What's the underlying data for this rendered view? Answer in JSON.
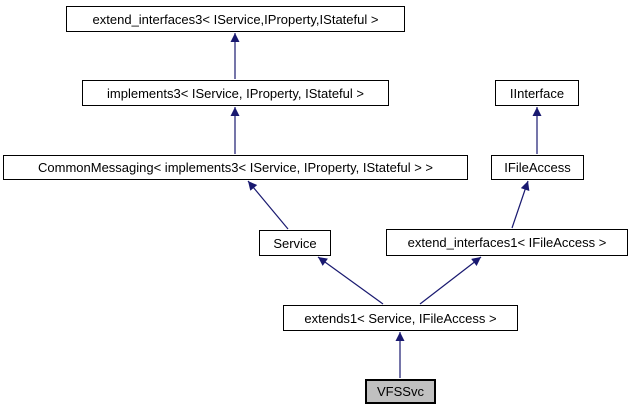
{
  "diagram": {
    "type": "class-inheritance-graph",
    "nodes": [
      {
        "id": "extend_interfaces3",
        "label": "extend_interfaces3< IService,IProperty,IStateful >",
        "highlighted": false
      },
      {
        "id": "implements3",
        "label": "implements3< IService, IProperty, IStateful >",
        "highlighted": false
      },
      {
        "id": "CommonMessaging",
        "label": "CommonMessaging< implements3< IService, IProperty, IStateful > >",
        "highlighted": false
      },
      {
        "id": "IInterface",
        "label": "IInterface",
        "highlighted": false
      },
      {
        "id": "IFileAccess",
        "label": "IFileAccess",
        "highlighted": false
      },
      {
        "id": "Service",
        "label": "Service",
        "highlighted": false
      },
      {
        "id": "extend_interfaces1",
        "label": "extend_interfaces1< IFileAccess >",
        "highlighted": false
      },
      {
        "id": "extends1",
        "label": "extends1< Service, IFileAccess >",
        "highlighted": false
      },
      {
        "id": "VFSSvc",
        "label": "VFSSvc",
        "highlighted": true
      }
    ],
    "edges": [
      {
        "from": "implements3",
        "to": "extend_interfaces3"
      },
      {
        "from": "CommonMessaging",
        "to": "implements3"
      },
      {
        "from": "Service",
        "to": "CommonMessaging"
      },
      {
        "from": "IFileAccess",
        "to": "IInterface"
      },
      {
        "from": "extend_interfaces1",
        "to": "IFileAccess"
      },
      {
        "from": "extends1",
        "to": "Service"
      },
      {
        "from": "extends1",
        "to": "extend_interfaces1"
      },
      {
        "from": "VFSSvc",
        "to": "extends1"
      }
    ],
    "colors": {
      "node_fill": "#ffffff",
      "node_border": "#000000",
      "highlight_fill": "#c0c0c0",
      "arrow": "#191970",
      "text": "#000000",
      "background": "#ffffff"
    }
  }
}
